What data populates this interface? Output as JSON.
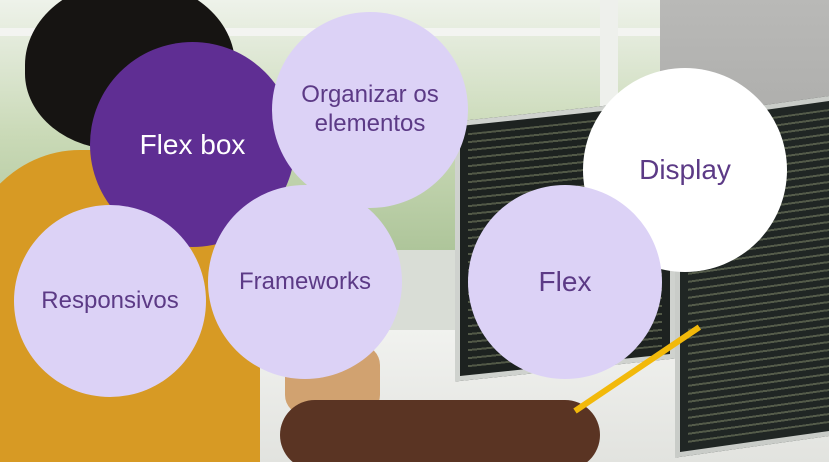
{
  "bubbles": {
    "flexbox": "Flex box",
    "organizar": "Organizar os\nelementos",
    "display": "Display",
    "responsivos": "Responsivos",
    "frameworks": "Frameworks",
    "flex": "Flex"
  },
  "colors": {
    "dark_purple": "#5f2e93",
    "light_purple": "#dcd2f6",
    "text_purple": "#5c3a86",
    "white": "#ffffff"
  }
}
